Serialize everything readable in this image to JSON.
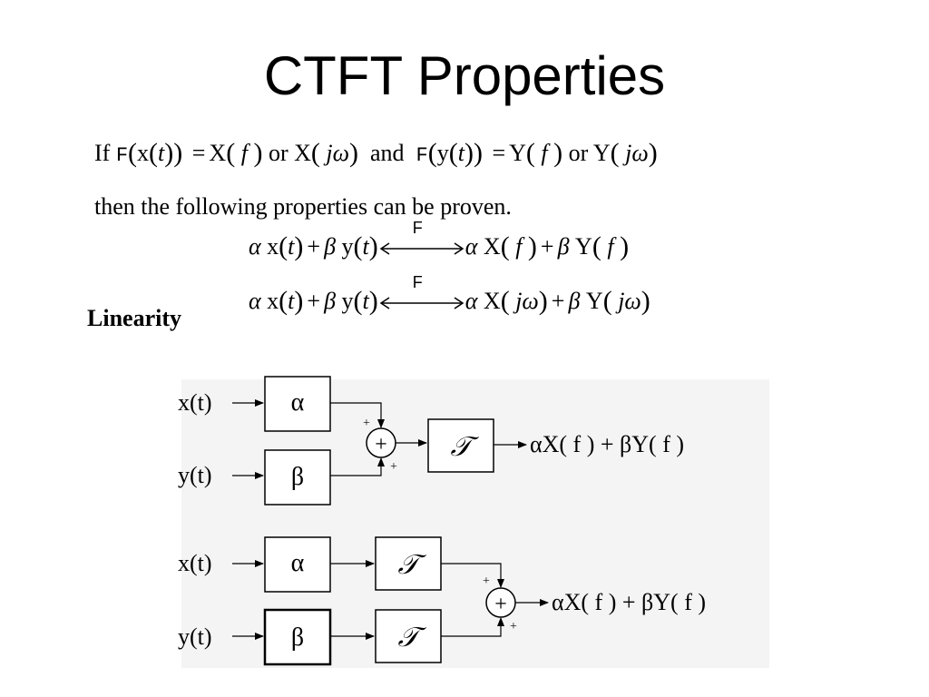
{
  "title": "CTFT Properties",
  "intro": {
    "if": "If",
    "F": "F",
    "x": "x",
    "t": "t",
    "X": "X",
    "f": "f",
    "or": "or",
    "jw": "jω",
    "and": "and",
    "y": "y",
    "Y": "Y",
    "then_line": "then the following properties can be proven."
  },
  "equations": {
    "alpha": "α",
    "beta": "β",
    "plus": "+",
    "arrow_label": "F",
    "rhs_f_arg": "f",
    "rhs_jw_arg": "jω"
  },
  "section_label": "Linearity",
  "diagram": {
    "input_x": "x(t)",
    "input_y": "y(t)",
    "alpha": "α",
    "beta": "β",
    "fourier_symbol": "𝒯",
    "sum_symbol": "+",
    "sign_plus": "+",
    "output": "αX( f ) + βY( f )"
  }
}
